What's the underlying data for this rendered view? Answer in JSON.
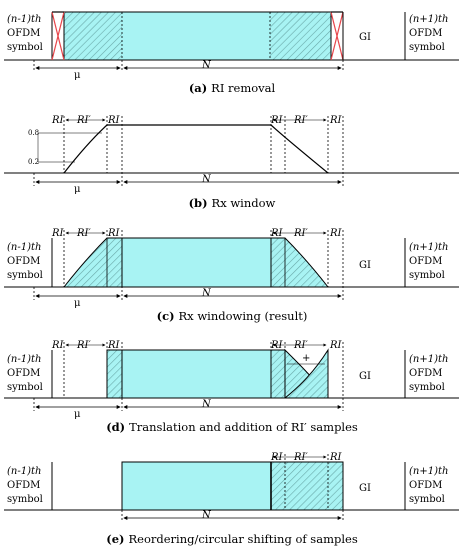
{
  "labels": {
    "prev_symbol": [
      "(n-1)th",
      "OFDM",
      "symbol"
    ],
    "next_symbol": [
      "(n+1)th",
      "OFDM",
      "symbol"
    ],
    "gi": "GI",
    "mu": "μ",
    "n": "N",
    "ri": "RI",
    "ri_prime": "RI′",
    "plus": "+",
    "y_08": "0.8",
    "y_02": "0.2"
  },
  "captions": [
    {
      "letter": "(a)",
      "text": "RI removal"
    },
    {
      "letter": "(b)",
      "text": "Rx window"
    },
    {
      "letter": "(c)",
      "text": "Rx windowing (result)"
    },
    {
      "letter": "(d)",
      "text": "Translation and addition of RI′ samples"
    },
    {
      "letter": "(e)",
      "text": "Reordering/circular shifting of samples"
    }
  ],
  "colors": {
    "fill": "#a8f3f3",
    "hatch": "#6aa8a8",
    "remove_cross": "#e8474c",
    "line": "#000000"
  }
}
